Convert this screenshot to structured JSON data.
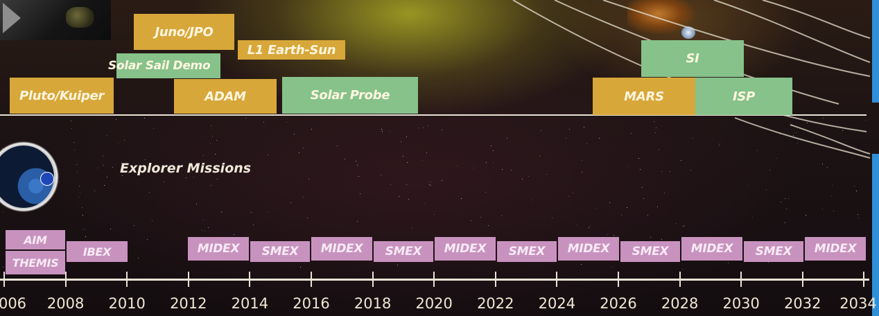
{
  "top_row": {
    "pluto": "Pluto/Kuiper",
    "juno": "Juno/JPO",
    "solar_sail": "Solar Sail Demo",
    "l1": "L1 Earth-Sun",
    "adam": "ADAM",
    "solar_probe": "Solar Probe",
    "si": "SI",
    "mars": "MARS",
    "isp": "ISP"
  },
  "explorer": {
    "title": "Explorer Missions",
    "aim": "AIM",
    "themis": "THEMIS",
    "ibex": "IBEX",
    "m1": "MIDEX",
    "s1": "SMEX",
    "m2": "MIDEX",
    "s2": "SMEX",
    "m3": "MIDEX",
    "s3": "SMEX",
    "m4": "MIDEX",
    "s4": "SMEX",
    "m5": "MIDEX",
    "s5": "SMEX",
    "m6": "MIDEX"
  },
  "axis": {
    "years": [
      "006",
      "2008",
      "2010",
      "2012",
      "2014",
      "2016",
      "2018",
      "2020",
      "2022",
      "2024",
      "2026",
      "2028",
      "2030",
      "2032",
      "2034"
    ]
  },
  "colors": {
    "gold": "#d8a73a",
    "green": "#86c28a",
    "pink": "#c892bf"
  }
}
